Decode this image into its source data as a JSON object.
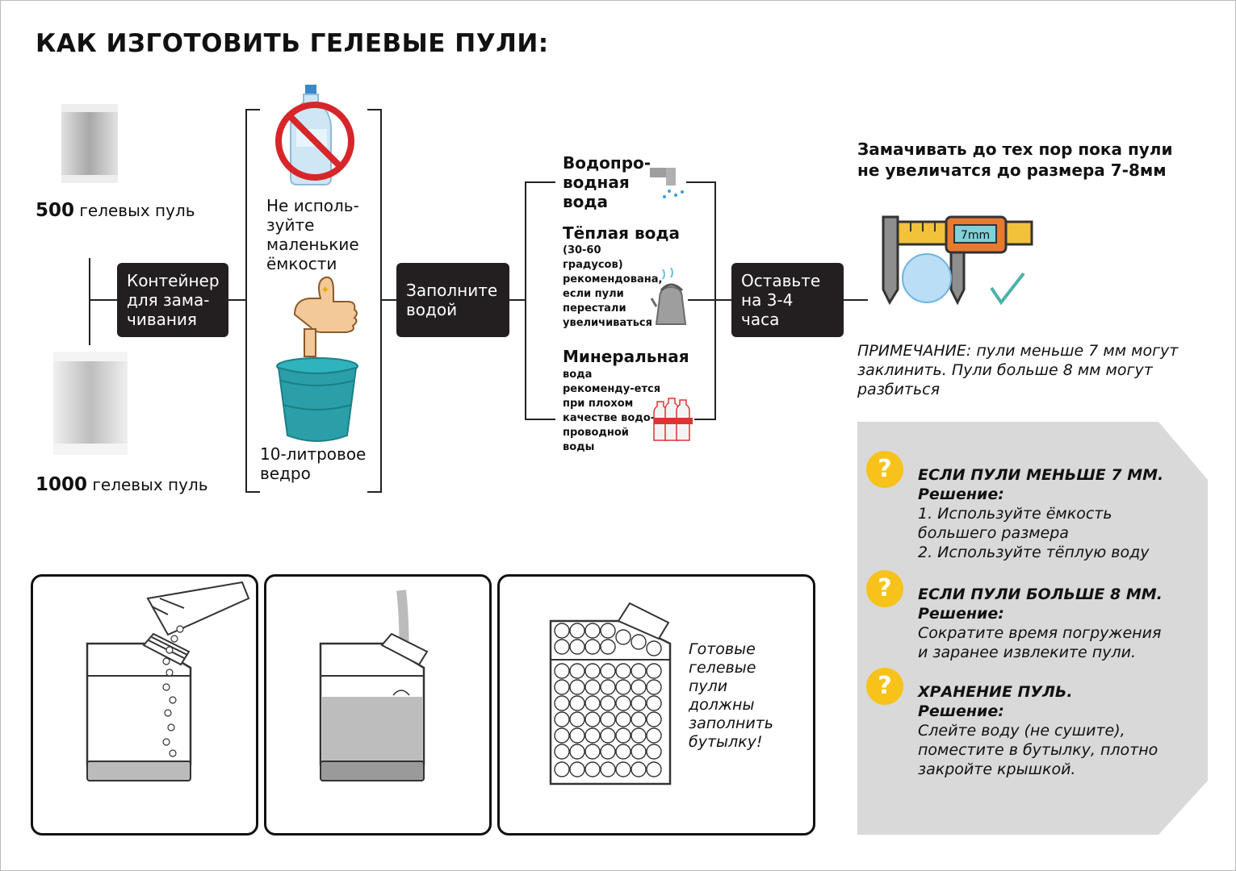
{
  "title": "КАК ИЗГОТОВИТЬ ГЕЛЕВЫЕ ПУЛИ:",
  "packs": [
    {
      "count": "500",
      "label": "гелевых пуль"
    },
    {
      "count": "1000",
      "label": "гелевых пуль"
    }
  ],
  "steps": {
    "container": "Контейнер для зама-чивания",
    "fill": "Заполните водой",
    "leave": "Оставьте на 3-4 часа"
  },
  "container_options": {
    "dont_use": "Не исполь-зуйте маленькие ёмкости",
    "bucket": "10-литровое ведро"
  },
  "water_options": [
    {
      "heading": "Водопро-водная вода",
      "detail": ""
    },
    {
      "heading": "Тёплая вода",
      "detail": "(30-60 градусов) рекомендована, если пули перестали увеличиваться"
    },
    {
      "heading": "Минеральная",
      "detail": "вода рекоменду-ется при плохом качестве водо-проводной воды"
    }
  ],
  "soak": {
    "heading": "Замачивать до тех пор пока пули не увеличатся до размера 7-8мм",
    "caliper_reading": "7mm",
    "note": "ПРИМЕЧАНИЕ: пули меньше 7 мм могут заклинить. Пули больше 8 мм могут разбиться"
  },
  "troubleshooting": [
    {
      "badge": "?",
      "heading": "ЕСЛИ ПУЛИ МЕНЬШЕ 7 ММ.",
      "solution_label": "Решение:",
      "lines": [
        "1. Используйте ёмкость",
        "большего размера",
        "2. Используйте тёплую воду"
      ]
    },
    {
      "badge": "?",
      "heading": "ЕСЛИ ПУЛИ БОЛЬШЕ 8 ММ.",
      "solution_label": "Решение:",
      "lines": [
        "Сократите время погружения",
        "и заранее извлеките пули."
      ]
    },
    {
      "badge": "?",
      "heading": "ХРАНЕНИЕ ПУЛЬ.",
      "solution_label": "Решение:",
      "lines": [
        "Слейте воду (не сушите),",
        "поместите в бутылку, плотно",
        "закройте крышкой."
      ]
    }
  ],
  "ready_text": "Готовые гелевые пули должны заполнить бутылку!",
  "colors": {
    "step_bg": "#231f20",
    "badge": "#f7c21a",
    "panel_grey": "#d9d9d9",
    "bucket": "#2a9fa8",
    "no_sign": "#d7262a"
  }
}
